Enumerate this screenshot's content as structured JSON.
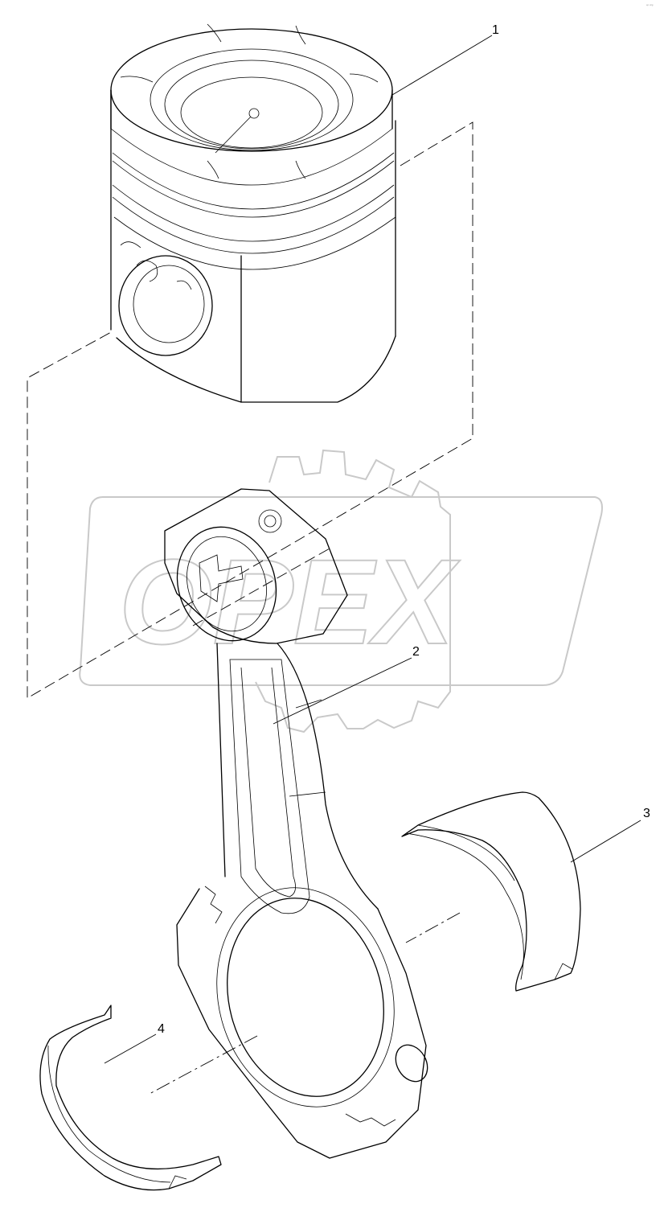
{
  "corner_mark": "ᵉᵖ ʷᵗᵍ",
  "watermark": {
    "text": "OPEX",
    "color": "#c9c9c9"
  },
  "callouts": [
    {
      "id": "1",
      "label": "1",
      "part": "piston"
    },
    {
      "id": "2",
      "label": "2",
      "part": "connecting-rod"
    },
    {
      "id": "3",
      "label": "3",
      "part": "upper-bearing-shell"
    },
    {
      "id": "4",
      "label": "4",
      "part": "lower-bearing-shell"
    }
  ]
}
